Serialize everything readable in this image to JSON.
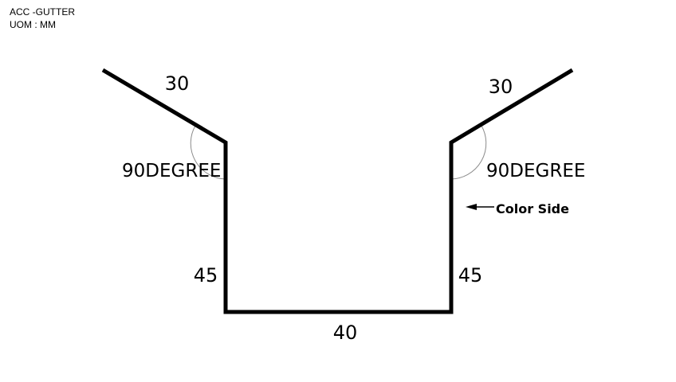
{
  "header": {
    "title": "ACC -GUTTER",
    "uom": "UOM : MM"
  },
  "dimensions": {
    "left_flange": "30",
    "right_flange": "30",
    "left_wall": "45",
    "right_wall": "45",
    "base": "40"
  },
  "angles": {
    "left": "90DEGREE",
    "right": "90DEGREE"
  },
  "annotation": {
    "color_side": "Color Side"
  },
  "colors": {
    "profile": "#000000",
    "angle_arc": "#8c8c8c"
  }
}
